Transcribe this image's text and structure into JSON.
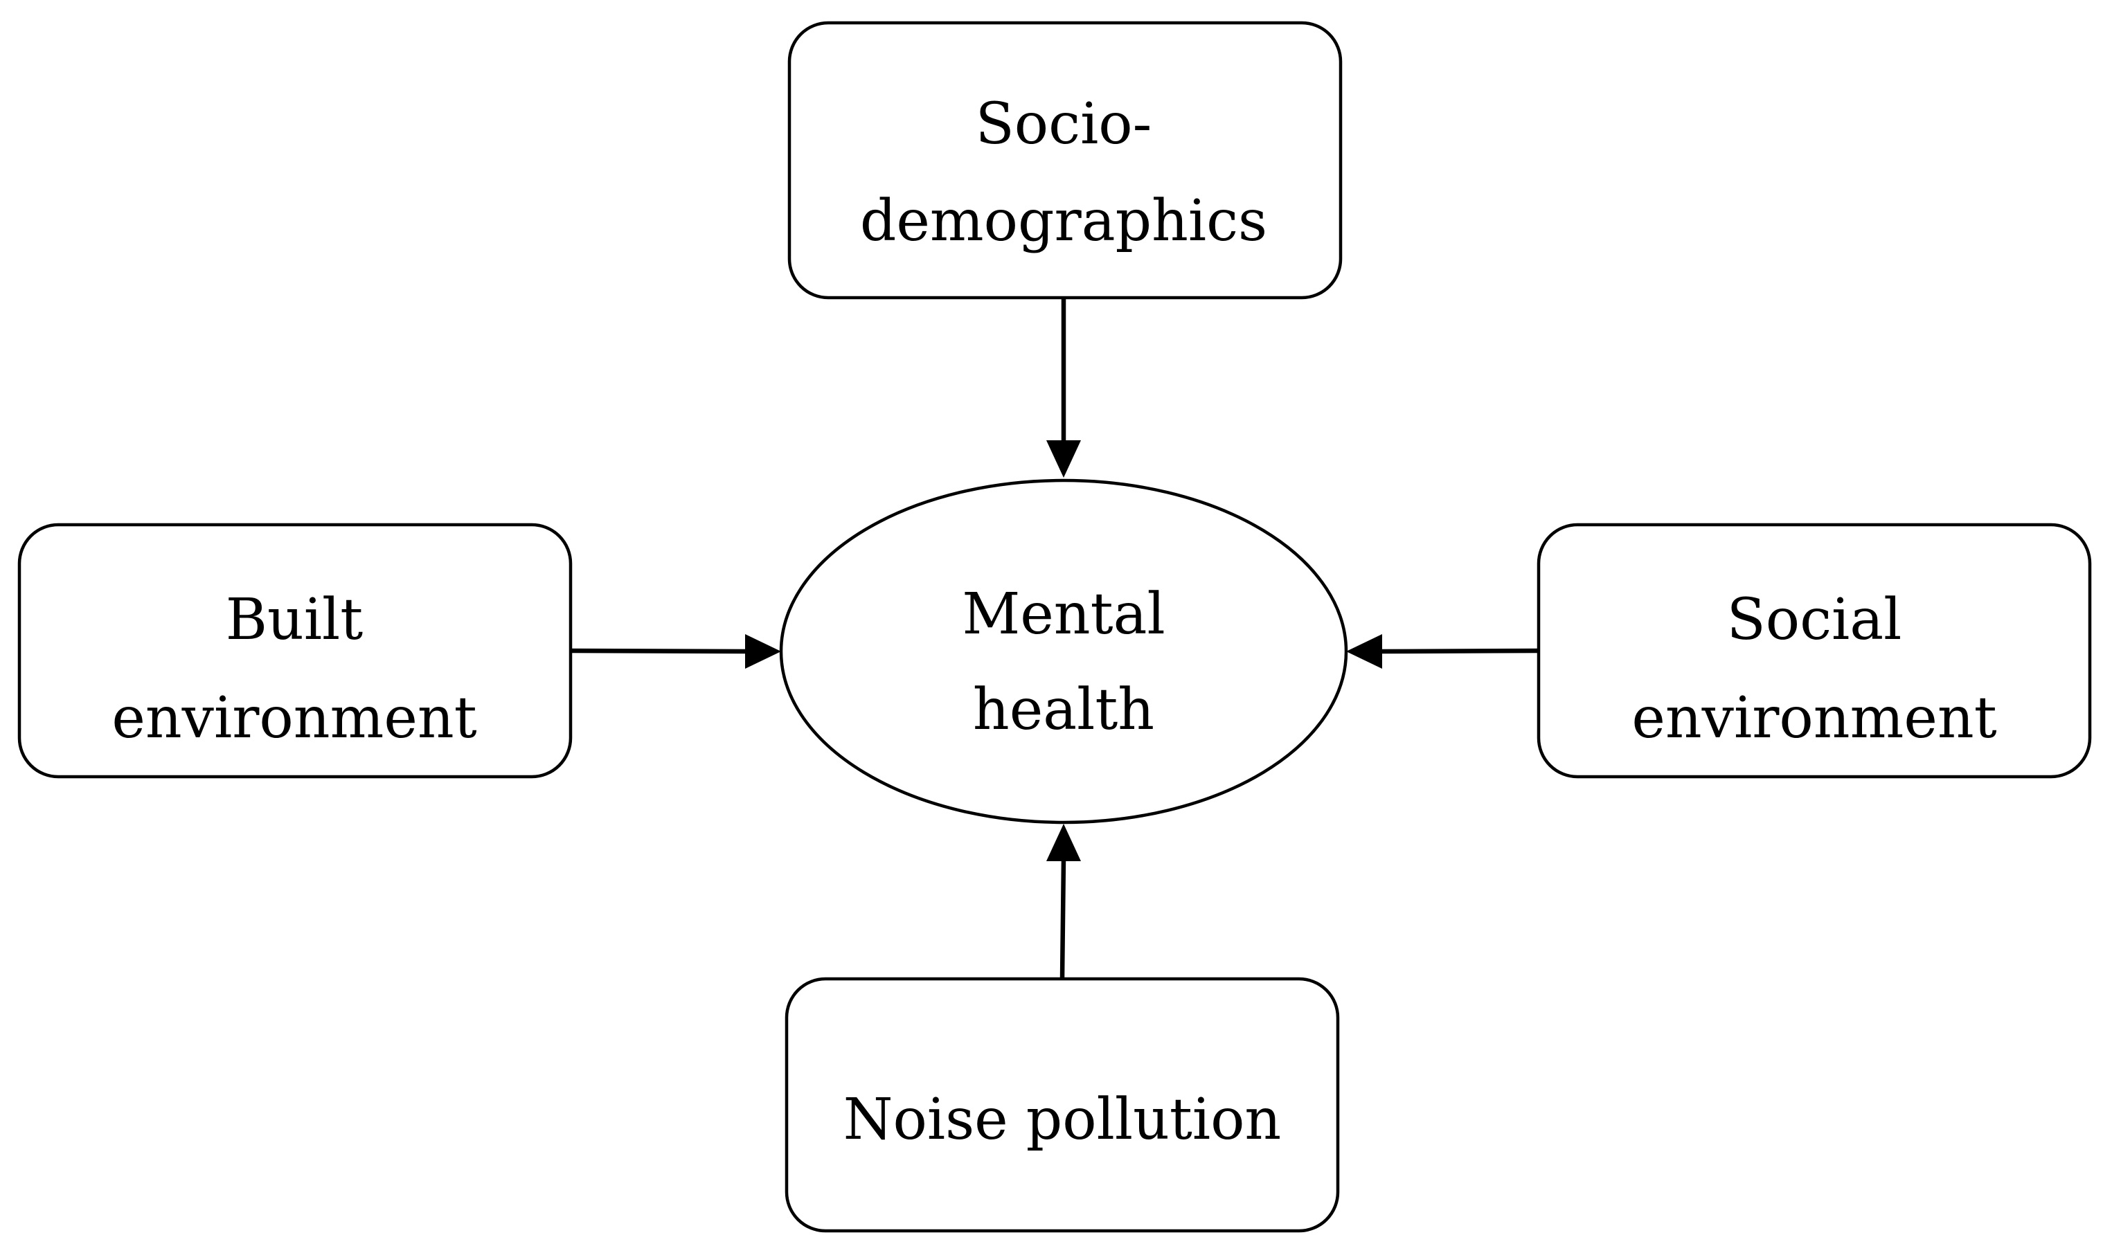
{
  "diagram": {
    "center": {
      "line1": "Mental",
      "line2": "health"
    },
    "nodes": {
      "top": {
        "line1": "Socio-",
        "line2": "demographics"
      },
      "left": {
        "line1": "Built",
        "line2": "environment"
      },
      "right": {
        "line1": "Social",
        "line2": "environment"
      },
      "bottom": {
        "line1": "Noise pollution"
      }
    },
    "edges": [
      {
        "from": "Socio-demographics",
        "to": "Mental health"
      },
      {
        "from": "Built environment",
        "to": "Mental health"
      },
      {
        "from": "Social environment",
        "to": "Mental health"
      },
      {
        "from": "Noise pollution",
        "to": "Mental health"
      }
    ]
  }
}
